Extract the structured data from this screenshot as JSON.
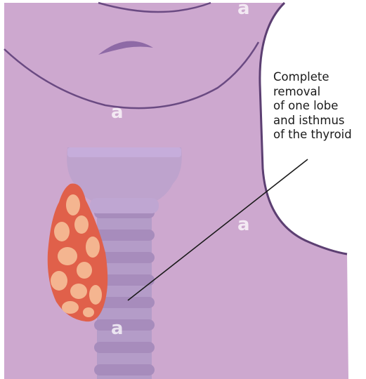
{
  "annotation": {
    "lines": [
      "Complete",
      "removal",
      "of one lobe",
      "and isthmus",
      "of the thyroid"
    ]
  },
  "watermark": {
    "glyph": "a"
  },
  "colors": {
    "skin": "#cda8cf",
    "skin_outline": "#5c3f72",
    "trachea": "#b49cc8",
    "trachea_ring": "#a48ab9",
    "thyroid_outer": "#e0604a",
    "thyroid_inner": "#f4b590",
    "background": "#ffffff"
  }
}
